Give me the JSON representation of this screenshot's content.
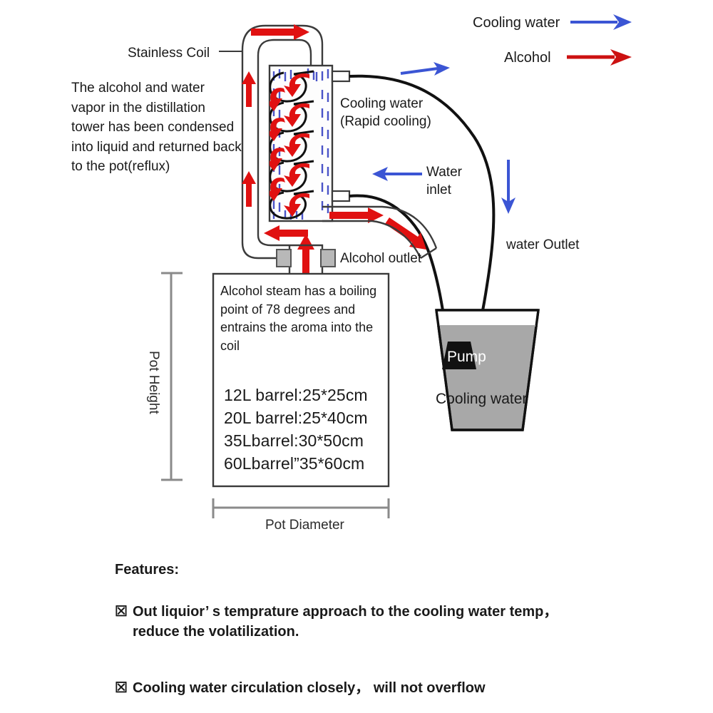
{
  "legend": {
    "items": [
      {
        "label": "Cooling water",
        "color": "#3b55d4",
        "arrow": "right-arrow-icon"
      },
      {
        "label": "Alcohol",
        "color": "#cc1111",
        "arrow": "right-arrow-icon"
      }
    ]
  },
  "callouts": {
    "stainless_coil": "Stainless Coil",
    "reflux_note": "The alcohol and water\nvapor in the distillation\ntower has been condensed\ninto liquid and returned back\nto the pot(reflux)",
    "cooling_water_rapid": "Cooling water\n(Rapid cooling)",
    "water_inlet": "Water\ninlet",
    "water_outlet": "water Outlet",
    "alcohol_outlet": "Alcohol outlet"
  },
  "pot": {
    "note": "Alcohol steam has a boiling\npoint of 78 degrees and\nentrains the aroma into the\ncoil",
    "barrels": [
      "12L barrel:25*25cm",
      "20L barrel:25*40cm",
      "35Lbarrel:30*50cm",
      "60Lbarrel”35*60cm"
    ],
    "dimension_height": "Pot Height",
    "dimension_diameter": "Pot Diameter"
  },
  "bucket": {
    "pump_label": "Pump",
    "water_label": "Cooling water",
    "water_fill_color": "#a8a8a8"
  },
  "features": {
    "heading": "Features:",
    "bullet_glyph": "☒",
    "items": [
      "Out liquior’ s temprature approach to the cooling water temp，\nreduce the volatilization.",
      "Cooling water circulation closely， will not overflow"
    ]
  },
  "colors": {
    "alcohol": "#cc1111",
    "cooling_water": "#3b55d4",
    "outline": "#3b3b3b",
    "tube": "#111111",
    "water_hatch": "#4a54c8"
  }
}
